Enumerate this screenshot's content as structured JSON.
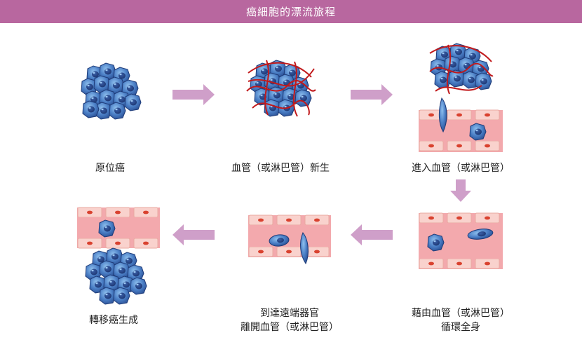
{
  "header": {
    "title": "癌細胞的漂流旅程"
  },
  "steps": [
    {
      "id": "s1",
      "label": "原位癌"
    },
    {
      "id": "s2",
      "label": "血管（或淋巴管）新生"
    },
    {
      "id": "s3",
      "label": "進入血管（或淋巴管）"
    },
    {
      "id": "s4",
      "label_line1": "藉由血管（或淋巴管）",
      "label_line2": "循環全身"
    },
    {
      "id": "s5",
      "label_line1": "到達遠端器官",
      "label_line2": "離開血管（或淋巴管）"
    },
    {
      "id": "s6",
      "label": "轉移癌生成"
    }
  ],
  "colors": {
    "header": "#b8679f",
    "arrow": "#cf9fc9",
    "cell_fill": "#3d6fb8",
    "cell_light": "#7fb0e3",
    "vessel_wall": "#f7c4bd",
    "vessel_lumen": "#f3a9ad",
    "vessel_nucleus": "#d9422f",
    "capillary": "#c1191b"
  },
  "icons": [
    "arrow-right",
    "arrow-left",
    "arrow-down",
    "cancer-cell-cluster",
    "blood-vessel"
  ]
}
